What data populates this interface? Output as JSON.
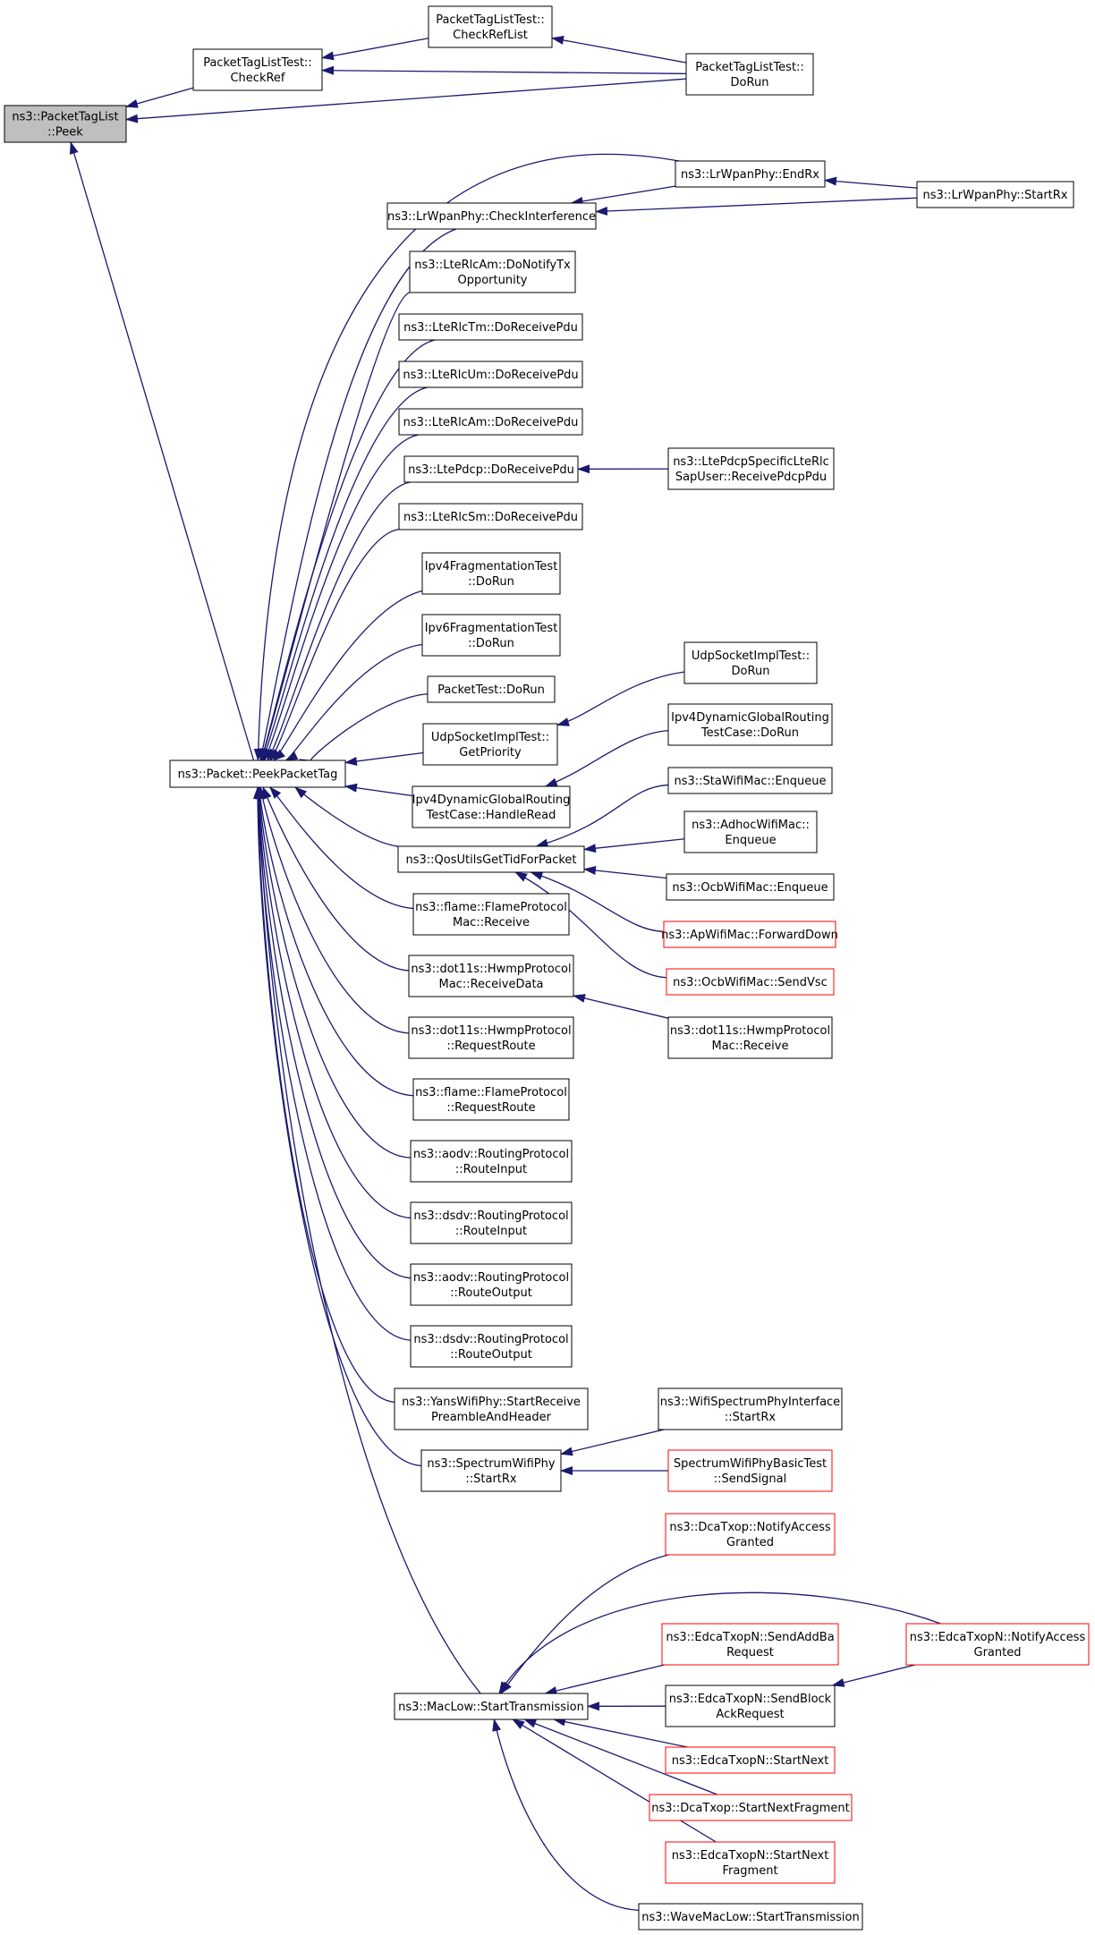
{
  "colors": {
    "edge": "#191970",
    "box_border": "#000000",
    "box_border_red": "#ff0000",
    "root_fill": "#bfbfbf",
    "box_fill": "#ffffff"
  },
  "nodes": [
    {
      "id": "root",
      "lines": [
        "ns3::PacketTagList",
        "::Peek"
      ],
      "style": "root"
    },
    {
      "id": "checkref",
      "lines": [
        "PacketTagListTest::",
        "CheckRef"
      ],
      "style": "normal"
    },
    {
      "id": "checkreflist",
      "lines": [
        "PacketTagListTest::",
        "CheckRefList"
      ],
      "style": "normal"
    },
    {
      "id": "ptlt_dorun",
      "lines": [
        "PacketTagListTest::",
        "DoRun"
      ],
      "style": "normal"
    },
    {
      "id": "peekpackettag",
      "lines": [
        "ns3::Packet::PeekPacketTag"
      ],
      "style": "normal"
    },
    {
      "id": "checkinterference",
      "lines": [
        "ns3::LrWpanPhy::CheckInterference"
      ],
      "style": "normal"
    },
    {
      "id": "endrx",
      "lines": [
        "ns3::LrWpanPhy::EndRx"
      ],
      "style": "normal"
    },
    {
      "id": "startrx_lrwpan",
      "lines": [
        "ns3::LrWpanPhy::StartRx"
      ],
      "style": "normal"
    },
    {
      "id": "rlcam_notify",
      "lines": [
        "ns3::LteRlcAm::DoNotifyTx",
        "Opportunity"
      ],
      "style": "normal"
    },
    {
      "id": "rlctm",
      "lines": [
        "ns3::LteRlcTm::DoReceivePdu"
      ],
      "style": "normal"
    },
    {
      "id": "rlcum",
      "lines": [
        "ns3::LteRlcUm::DoReceivePdu"
      ],
      "style": "normal"
    },
    {
      "id": "rlcam",
      "lines": [
        "ns3::LteRlcAm::DoReceivePdu"
      ],
      "style": "normal"
    },
    {
      "id": "pdcp",
      "lines": [
        "ns3::LtePdcp::DoReceivePdu"
      ],
      "style": "normal"
    },
    {
      "id": "pdcpsap",
      "lines": [
        "ns3::LtePdcpSpecificLteRlc",
        "SapUser::ReceivePdcpPdu"
      ],
      "style": "normal"
    },
    {
      "id": "rlcsm",
      "lines": [
        "ns3::LteRlcSm::DoReceivePdu"
      ],
      "style": "normal"
    },
    {
      "id": "ipv4frag",
      "lines": [
        "Ipv4FragmentationTest",
        "::DoRun"
      ],
      "style": "normal"
    },
    {
      "id": "ipv6frag",
      "lines": [
        "Ipv6FragmentationTest",
        "::DoRun"
      ],
      "style": "normal"
    },
    {
      "id": "packettest",
      "lines": [
        "PacketTest::DoRun"
      ],
      "style": "normal"
    },
    {
      "id": "udp_getprio",
      "lines": [
        "UdpSocketImplTest::",
        "GetPriority"
      ],
      "style": "normal"
    },
    {
      "id": "udp_dorun",
      "lines": [
        "UdpSocketImplTest::",
        "DoRun"
      ],
      "style": "normal"
    },
    {
      "id": "ipv4dgr_handle",
      "lines": [
        "Ipv4DynamicGlobalRouting",
        "TestCase::HandleRead"
      ],
      "style": "normal"
    },
    {
      "id": "ipv4dgr_dorun",
      "lines": [
        "Ipv4DynamicGlobalRouting",
        "TestCase::DoRun"
      ],
      "style": "normal"
    },
    {
      "id": "qosutils",
      "lines": [
        "ns3::QosUtilsGetTidForPacket"
      ],
      "style": "normal"
    },
    {
      "id": "sta_enqueue",
      "lines": [
        "ns3::StaWifiMac::Enqueue"
      ],
      "style": "normal"
    },
    {
      "id": "adhoc_enqueue",
      "lines": [
        "ns3::AdhocWifiMac::",
        "Enqueue"
      ],
      "style": "normal"
    },
    {
      "id": "ocb_enqueue",
      "lines": [
        "ns3::OcbWifiMac::Enqueue"
      ],
      "style": "normal"
    },
    {
      "id": "ap_forward",
      "lines": [
        "ns3::ApWifiMac::ForwardDown"
      ],
      "style": "red"
    },
    {
      "id": "ocb_sendvsc",
      "lines": [
        "ns3::OcbWifiMac::SendVsc"
      ],
      "style": "red"
    },
    {
      "id": "flame_receive",
      "lines": [
        "ns3::flame::FlameProtocol",
        "Mac::Receive"
      ],
      "style": "normal"
    },
    {
      "id": "hwmp_receivedata",
      "lines": [
        "ns3::dot11s::HwmpProtocol",
        "Mac::ReceiveData"
      ],
      "style": "normal"
    },
    {
      "id": "hwmp_receive",
      "lines": [
        "ns3::dot11s::HwmpProtocol",
        "Mac::Receive"
      ],
      "style": "normal"
    },
    {
      "id": "hwmp_requestroute",
      "lines": [
        "ns3::dot11s::HwmpProtocol",
        "::RequestRoute"
      ],
      "style": "normal"
    },
    {
      "id": "flame_requestroute",
      "lines": [
        "ns3::flame::FlameProtocol",
        "::RequestRoute"
      ],
      "style": "normal"
    },
    {
      "id": "aodv_routeinput",
      "lines": [
        "ns3::aodv::RoutingProtocol",
        "::RouteInput"
      ],
      "style": "normal"
    },
    {
      "id": "dsdv_routeinput",
      "lines": [
        "ns3::dsdv::RoutingProtocol",
        "::RouteInput"
      ],
      "style": "normal"
    },
    {
      "id": "aodv_routeoutput",
      "lines": [
        "ns3::aodv::RoutingProtocol",
        "::RouteOutput"
      ],
      "style": "normal"
    },
    {
      "id": "dsdv_routeoutput",
      "lines": [
        "ns3::dsdv::RoutingProtocol",
        "::RouteOutput"
      ],
      "style": "normal"
    },
    {
      "id": "yans_startreceive",
      "lines": [
        "ns3::YansWifiPhy::StartReceive",
        "PreambleAndHeader"
      ],
      "style": "normal"
    },
    {
      "id": "spectrum_startrx",
      "lines": [
        "ns3::SpectrumWifiPhy",
        "::StartRx"
      ],
      "style": "normal"
    },
    {
      "id": "wifispectrum_startrx",
      "lines": [
        "ns3::WifiSpectrumPhyInterface",
        "::StartRx"
      ],
      "style": "normal"
    },
    {
      "id": "spectrumbasictest",
      "lines": [
        "SpectrumWifiPhyBasicTest",
        "::SendSignal"
      ],
      "style": "red"
    },
    {
      "id": "maclow_starttx",
      "lines": [
        "ns3::MacLow::StartTransmission"
      ],
      "style": "normal"
    },
    {
      "id": "dcatxop_notify",
      "lines": [
        "ns3::DcaTxop::NotifyAccess",
        "Granted"
      ],
      "style": "red"
    },
    {
      "id": "edca_sendaddba",
      "lines": [
        "ns3::EdcaTxopN::SendAddBa",
        "Request"
      ],
      "style": "red"
    },
    {
      "id": "edca_notify",
      "lines": [
        "ns3::EdcaTxopN::NotifyAccess",
        "Granted"
      ],
      "style": "red"
    },
    {
      "id": "edca_sendblockack",
      "lines": [
        "ns3::EdcaTxopN::SendBlock",
        "AckRequest"
      ],
      "style": "normal"
    },
    {
      "id": "edca_startnext",
      "lines": [
        "ns3::EdcaTxopN::StartNext"
      ],
      "style": "red"
    },
    {
      "id": "dcatxop_startnextfrag",
      "lines": [
        "ns3::DcaTxop::StartNextFragment"
      ],
      "style": "red"
    },
    {
      "id": "edca_startnextfrag",
      "lines": [
        "ns3::EdcaTxopN::StartNext",
        "Fragment"
      ],
      "style": "red"
    },
    {
      "id": "wavemaclow",
      "lines": [
        "ns3::WaveMacLow::StartTransmission"
      ],
      "style": "normal"
    }
  ],
  "edges": [
    {
      "from": "checkref",
      "to": "root"
    },
    {
      "from": "ptlt_dorun",
      "to": "root"
    },
    {
      "from": "peekpackettag",
      "to": "root"
    },
    {
      "from": "checkreflist",
      "to": "checkref"
    },
    {
      "from": "ptlt_dorun",
      "to": "checkref"
    },
    {
      "from": "ptlt_dorun",
      "to": "checkreflist"
    },
    {
      "from": "checkinterference",
      "to": "peekpackettag"
    },
    {
      "from": "endrx",
      "to": "peekpackettag"
    },
    {
      "from": "rlcam_notify",
      "to": "peekpackettag"
    },
    {
      "from": "rlctm",
      "to": "peekpackettag"
    },
    {
      "from": "rlcum",
      "to": "peekpackettag"
    },
    {
      "from": "rlcam",
      "to": "peekpackettag"
    },
    {
      "from": "pdcp",
      "to": "peekpackettag"
    },
    {
      "from": "rlcsm",
      "to": "peekpackettag"
    },
    {
      "from": "ipv4frag",
      "to": "peekpackettag"
    },
    {
      "from": "ipv6frag",
      "to": "peekpackettag"
    },
    {
      "from": "packettest",
      "to": "peekpackettag"
    },
    {
      "from": "udp_getprio",
      "to": "peekpackettag"
    },
    {
      "from": "ipv4dgr_handle",
      "to": "peekpackettag"
    },
    {
      "from": "qosutils",
      "to": "peekpackettag"
    },
    {
      "from": "flame_receive",
      "to": "peekpackettag"
    },
    {
      "from": "hwmp_receivedata",
      "to": "peekpackettag"
    },
    {
      "from": "hwmp_requestroute",
      "to": "peekpackettag"
    },
    {
      "from": "flame_requestroute",
      "to": "peekpackettag"
    },
    {
      "from": "aodv_routeinput",
      "to": "peekpackettag"
    },
    {
      "from": "dsdv_routeinput",
      "to": "peekpackettag"
    },
    {
      "from": "aodv_routeoutput",
      "to": "peekpackettag"
    },
    {
      "from": "dsdv_routeoutput",
      "to": "peekpackettag"
    },
    {
      "from": "yans_startreceive",
      "to": "peekpackettag"
    },
    {
      "from": "spectrum_startrx",
      "to": "peekpackettag"
    },
    {
      "from": "maclow_starttx",
      "to": "peekpackettag"
    },
    {
      "from": "endrx",
      "to": "checkinterference"
    },
    {
      "from": "startrx_lrwpan",
      "to": "checkinterference"
    },
    {
      "from": "startrx_lrwpan",
      "to": "endrx"
    },
    {
      "from": "pdcpsap",
      "to": "pdcp"
    },
    {
      "from": "udp_dorun",
      "to": "udp_getprio"
    },
    {
      "from": "ipv4dgr_dorun",
      "to": "ipv4dgr_handle"
    },
    {
      "from": "sta_enqueue",
      "to": "qosutils"
    },
    {
      "from": "adhoc_enqueue",
      "to": "qosutils"
    },
    {
      "from": "ocb_enqueue",
      "to": "qosutils"
    },
    {
      "from": "ap_forward",
      "to": "qosutils"
    },
    {
      "from": "ocb_sendvsc",
      "to": "qosutils"
    },
    {
      "from": "hwmp_receive",
      "to": "hwmp_receivedata"
    },
    {
      "from": "wifispectrum_startrx",
      "to": "spectrum_startrx"
    },
    {
      "from": "spectrumbasictest",
      "to": "spectrum_startrx"
    },
    {
      "from": "dcatxop_notify",
      "to": "maclow_starttx"
    },
    {
      "from": "edca_notify",
      "to": "maclow_starttx"
    },
    {
      "from": "edca_sendaddba",
      "to": "maclow_starttx"
    },
    {
      "from": "edca_sendblockack",
      "to": "maclow_starttx"
    },
    {
      "from": "edca_startnext",
      "to": "maclow_starttx"
    },
    {
      "from": "dcatxop_startnextfrag",
      "to": "maclow_starttx"
    },
    {
      "from": "edca_startnextfrag",
      "to": "maclow_starttx"
    },
    {
      "from": "wavemaclow",
      "to": "maclow_starttx"
    },
    {
      "from": "edca_notify",
      "to": "edca_sendblockack"
    }
  ]
}
